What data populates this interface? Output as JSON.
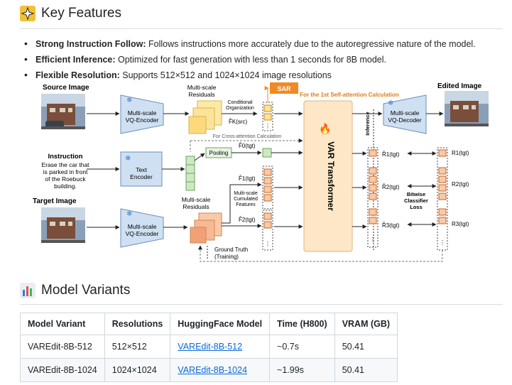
{
  "features": {
    "title": "Key Features",
    "items": [
      {
        "label": "Strong Instruction Follow:",
        "text": " Follows instructions more accurately due to the autoregressive nature of the model."
      },
      {
        "label": "Efficient Inference:",
        "text": " Optimized for fast generation with less than 1 seconds for 8B model."
      },
      {
        "label": "Flexible Resolution:",
        "text": " Supports 512×512 and 1024×1024 image resolutions"
      }
    ]
  },
  "diagram": {
    "source_image": "Source Image",
    "target_image": "Target Image",
    "edited_image": "Edited Image",
    "instruction_title": "Instruction",
    "instruction_lines": [
      "Erase the car that",
      "is parked in front",
      "of the Roebuck",
      "building."
    ],
    "encoder_lines": [
      "Multi-scale",
      "VQ-Encoder"
    ],
    "decoder_lines": [
      "Multi-scale",
      "VQ-Decoder"
    ],
    "text_encoder_lines": [
      "Text",
      "Encoder"
    ],
    "residuals_lines": [
      "Multi-scale",
      "Residuals"
    ],
    "conditional_lines": [
      "Conditional",
      "Organization"
    ],
    "cumulated_lines": [
      "Multi-scale",
      "Cumulated",
      "Features"
    ],
    "sar": "SAR",
    "sar_note": "For the 1st Self-attention Calculation",
    "cross_attention": "For Cross-attention Calculation",
    "pooling": "Pooling",
    "var_transformer": "VAR Transformer",
    "inference": "Inference",
    "ground_truth_lines": [
      "Ground Truth",
      "(Training)"
    ],
    "loss_lines": [
      "Bitwise",
      "Classifier",
      "Loss"
    ],
    "f_src": "F̂K(src)",
    "f0": "F̂0(tgt)",
    "f1": "F̂1(tgt)",
    "f2": "F̂2(tgt)",
    "rhat1": "R̂1(tgt)",
    "rhat2": "R̂2(tgt)",
    "rhat3": "R̂3(tgt)",
    "r1": "R1(tgt)",
    "r2": "R2(tgt)",
    "r3": "R3(tgt)"
  },
  "variants": {
    "title": "Model Variants",
    "headers": [
      "Model Variant",
      "Resolutions",
      "HuggingFace Model",
      "Time (H800)",
      "VRAM (GB)"
    ],
    "rows": [
      {
        "variant": "VAREdit-8B-512",
        "resolution": "512×512",
        "hf": "VAREdit-8B-512",
        "time": "~0.7s",
        "vram": "50.41"
      },
      {
        "variant": "VAREdit-8B-1024",
        "resolution": "1024×1024",
        "hf": "VAREdit-8B-1024",
        "time": "~1.99s",
        "vram": "50.41"
      }
    ]
  },
  "colors": {
    "link": "#0969da",
    "accent_orange": "#f08a24",
    "encoder_blue": "#cfe0f3",
    "transformer": "#fde7c6"
  }
}
